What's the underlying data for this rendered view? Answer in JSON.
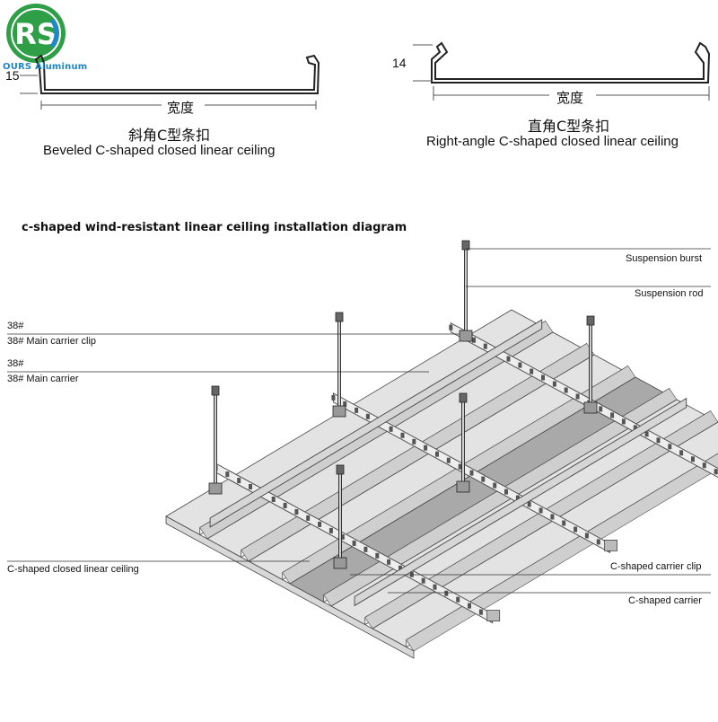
{
  "logo": {
    "text": "OURS Aluminum",
    "mark": "RS",
    "colors": {
      "green": "#2e9e47",
      "blue": "#1e88c8"
    }
  },
  "profiles": [
    {
      "dimension": "15",
      "width_label": "宽度",
      "name_cn": "斜角C型条扣",
      "name_en": "Beveled C-shaped closed linear ceiling"
    },
    {
      "dimension": "14",
      "width_label": "宽度",
      "name_cn": "直角C型条扣",
      "name_en": "Right-angle C-shaped closed linear ceiling"
    }
  ],
  "diagram": {
    "title": "c-shaped wind-resistant linear ceiling installation diagram",
    "labels": {
      "suspension_burst": "Suspension burst",
      "suspension_rod": "Suspension rod",
      "main_carrier_clip_code": "38#",
      "main_carrier_clip": "38# Main carrier clip",
      "main_carrier_code": "38#",
      "main_carrier": "38# Main carrier",
      "closed_ceiling": "C-shaped closed linear ceiling",
      "carrier_clip": "C-shaped carrier clip",
      "carrier": "C-shaped carrier"
    },
    "colors": {
      "panel": "#e3e3e3",
      "shade": "#a9a9a9",
      "line": "#444444"
    }
  }
}
